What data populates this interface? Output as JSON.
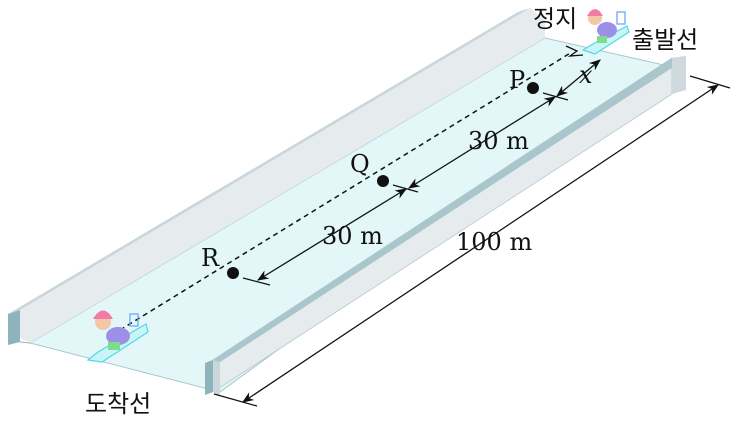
{
  "labels": {
    "stop": "정지",
    "start_line": "출발선",
    "finish_line": "도착선",
    "point_p": "P",
    "point_q": "Q",
    "point_r": "R",
    "distance_x": "x",
    "distance_pq": "30 m",
    "distance_qr": "30 m",
    "total_length": "100 m"
  },
  "colors": {
    "floor": "#e3f6f8",
    "wall_face": "#dfe6ea",
    "wall_top": "#9bbfc7",
    "sled": "#5fe0e8"
  }
}
